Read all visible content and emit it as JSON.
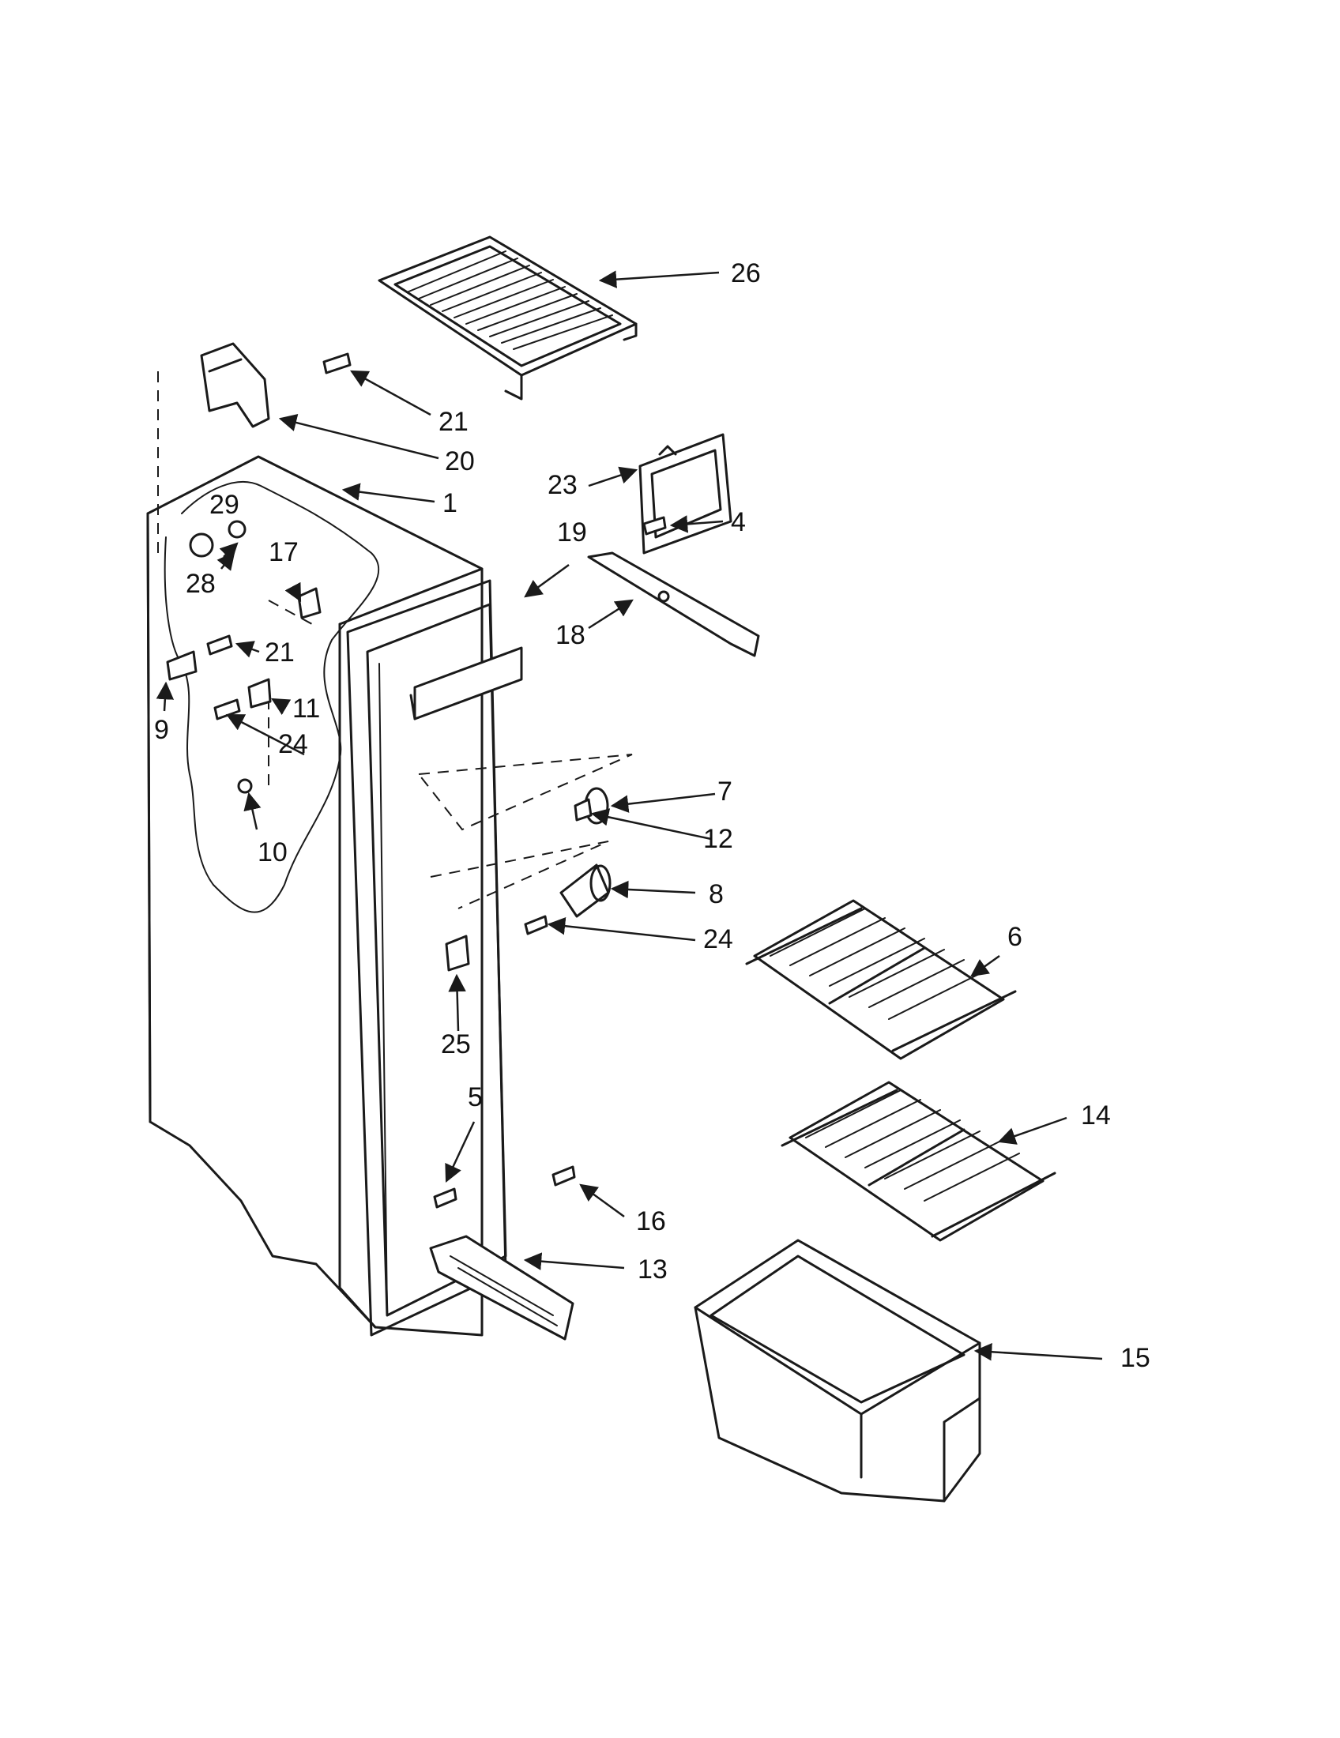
{
  "callouts": [
    {
      "id": "26",
      "label": "26"
    },
    {
      "id": "21a",
      "label": "21"
    },
    {
      "id": "20",
      "label": "20"
    },
    {
      "id": "1",
      "label": "1"
    },
    {
      "id": "23",
      "label": "23"
    },
    {
      "id": "4",
      "label": "4"
    },
    {
      "id": "29",
      "label": "29"
    },
    {
      "id": "28",
      "label": "28"
    },
    {
      "id": "17",
      "label": "17"
    },
    {
      "id": "19",
      "label": "19"
    },
    {
      "id": "18",
      "label": "18"
    },
    {
      "id": "21b",
      "label": "21"
    },
    {
      "id": "9",
      "label": "9"
    },
    {
      "id": "11",
      "label": "11"
    },
    {
      "id": "24a",
      "label": "24"
    },
    {
      "id": "10",
      "label": "10"
    },
    {
      "id": "7",
      "label": "7"
    },
    {
      "id": "12",
      "label": "12"
    },
    {
      "id": "8",
      "label": "8"
    },
    {
      "id": "24b",
      "label": "24"
    },
    {
      "id": "6",
      "label": "6"
    },
    {
      "id": "25",
      "label": "25"
    },
    {
      "id": "5",
      "label": "5"
    },
    {
      "id": "14",
      "label": "14"
    },
    {
      "id": "16",
      "label": "16"
    },
    {
      "id": "13",
      "label": "13"
    },
    {
      "id": "15",
      "label": "15"
    }
  ]
}
